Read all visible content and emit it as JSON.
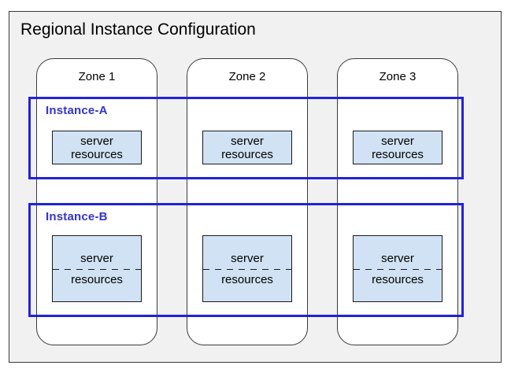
{
  "title": "Regional Instance Configuration",
  "zones": [
    {
      "label": "Zone 1"
    },
    {
      "label": "Zone 2"
    },
    {
      "label": "Zone 3"
    }
  ],
  "instances": [
    {
      "label": "Instance-A",
      "resource_box_style": "solid"
    },
    {
      "label": "Instance-B",
      "resource_box_style": "dashed-divider"
    }
  ],
  "server_box": {
    "line1": "server",
    "line2": "resources"
  },
  "colors": {
    "region_fill": "#f1f1f1",
    "zone_fill": "#ffffff",
    "outline": "#3a3a3a",
    "box_outline": "#1a1a1a",
    "instance_border": "#2222dd",
    "instance_label": "#3333cc",
    "server_box_fill": "#d0e2f3",
    "text": "#000000"
  }
}
